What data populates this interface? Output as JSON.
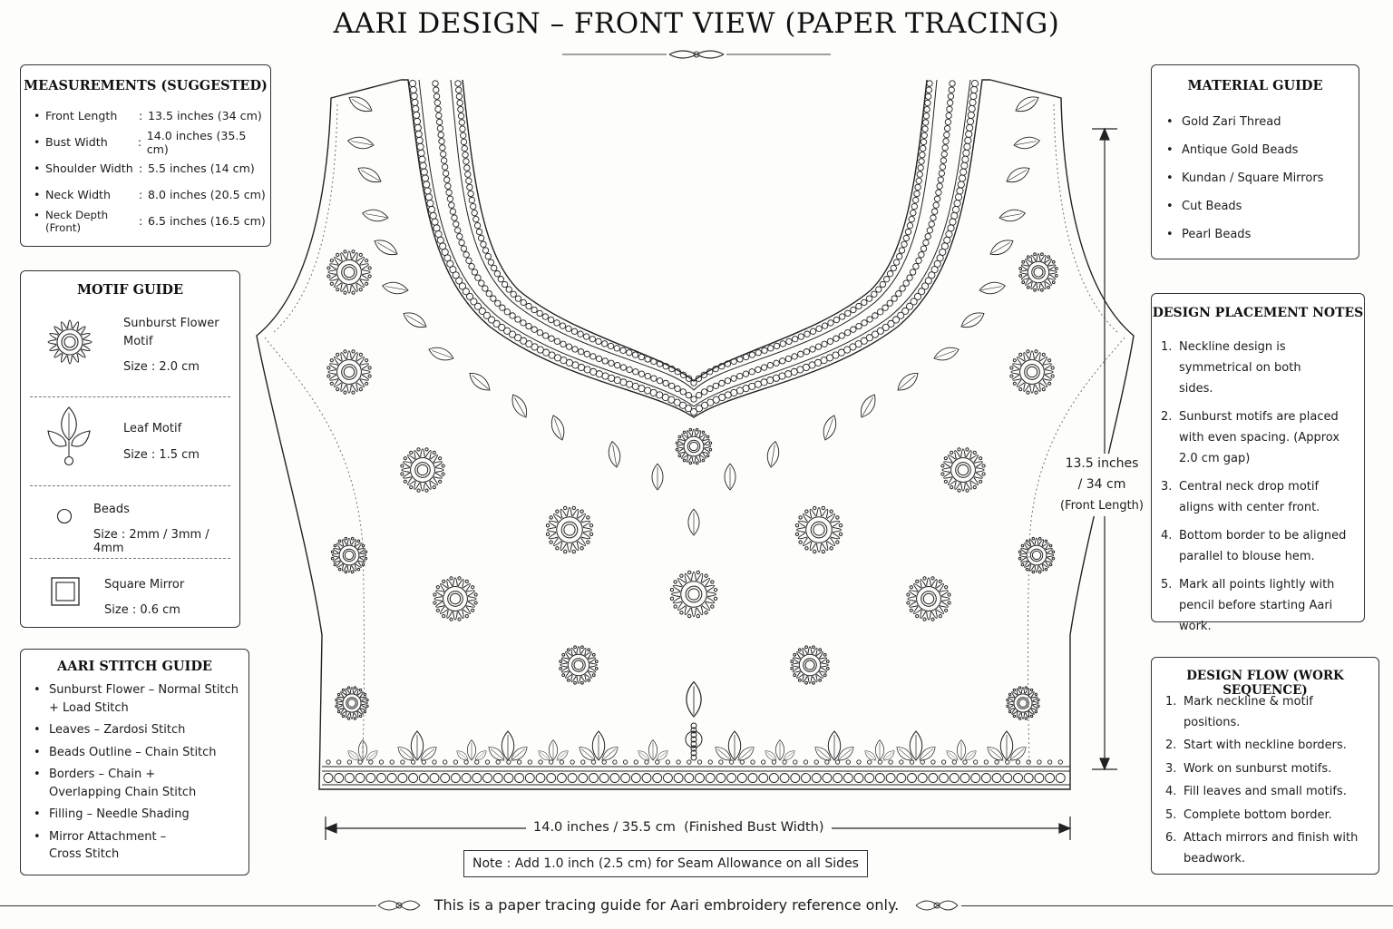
{
  "title": "AARI DESIGN – FRONT VIEW (PAPER TRACING)",
  "measurements": {
    "heading": "MEASUREMENTS (SUGGESTED)",
    "rows": [
      {
        "label": "Front Length",
        "value": "13.5 inches (34 cm)"
      },
      {
        "label": "Bust Width",
        "value": "14.0 inches (35.5 cm)"
      },
      {
        "label": "Shoulder Width",
        "value": "5.5 inches (14 cm)"
      },
      {
        "label": "Neck Width",
        "value": "8.0 inches (20.5 cm)"
      },
      {
        "label": "Neck Depth (Front)",
        "value": "6.5 inches (16.5 cm)"
      }
    ]
  },
  "motif_guide": {
    "heading": "MOTIF GUIDE",
    "items": [
      {
        "name": "Sunburst Flower Motif",
        "size": "Size : 2.0 cm",
        "icon": "sunburst-flower-icon"
      },
      {
        "name": "Leaf Motif",
        "size": "Size : 1.5 cm",
        "icon": "leaf-icon"
      },
      {
        "name": "Beads",
        "size": "Size : 2mm / 3mm / 4mm",
        "icon": "bead-icon"
      },
      {
        "name": "Square Mirror",
        "size": "Size : 0.6 cm",
        "icon": "square-mirror-icon"
      }
    ]
  },
  "stitch_guide": {
    "heading": "AARI STITCH GUIDE",
    "items": [
      "Sunburst Flower – Normal Stitch + Load Stitch",
      "Leaves – Zardosi Stitch",
      "Beads Outline – Chain Stitch",
      "Borders – Chain + Overlapping Chain Stitch",
      "Filling – Needle Shading",
      "Mirror Attachment – Cross Stitch"
    ]
  },
  "material_guide": {
    "heading": "MATERIAL GUIDE",
    "items": [
      "Gold Zari Thread",
      "Antique Gold Beads",
      "Kundan / Square Mirrors",
      "Cut Beads",
      "Pearl Beads"
    ]
  },
  "placement_notes": {
    "heading": "DESIGN PLACEMENT NOTES",
    "items": [
      "Neckline design is symmetrical on both sides.",
      "Sunburst motifs are placed with even spacing. (Approx 2.0 cm gap)",
      "Central neck drop motif aligns with center front.",
      "Bottom border to be aligned parallel to blouse hem.",
      "Mark all points lightly with pencil before starting Aari work."
    ]
  },
  "design_flow": {
    "heading": "DESIGN FLOW (WORK SEQUENCE)",
    "items": [
      "Mark neckline & motif positions.",
      "Start with neckline borders.",
      "Work on sunburst motifs.",
      "Fill leaves and small motifs.",
      "Complete bottom border.",
      "Attach mirrors and finish with beadwork."
    ]
  },
  "dimensions": {
    "vertical_line1": "13.5 inches",
    "vertical_line2": "/ 34 cm",
    "vertical_line3": "(Front Length)",
    "horizontal": "14.0 inches / 35.5 cm  (Finished Bust Width)"
  },
  "note": "Note : Add 1.0 inch (2.5 cm) for Seam Allowance on all Sides",
  "footer": "This is a paper tracing guide for Aari embroidery reference only."
}
